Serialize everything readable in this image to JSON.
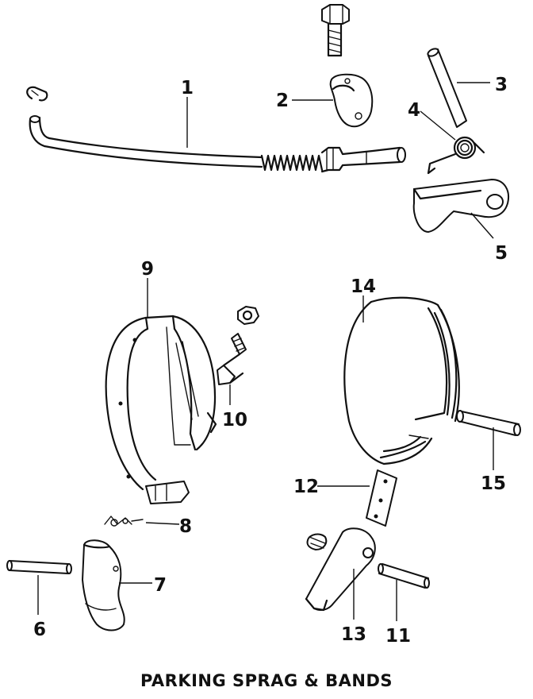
{
  "caption": "PARKING SPRAG & BANDS",
  "callouts": {
    "c1": "1",
    "c2": "2",
    "c3": "3",
    "c4": "4",
    "c5": "5",
    "c6": "6",
    "c7": "7",
    "c8": "8",
    "c9": "9",
    "c10": "10",
    "c11": "11",
    "c12": "12",
    "c13": "13",
    "c14": "14",
    "c15": "15"
  }
}
